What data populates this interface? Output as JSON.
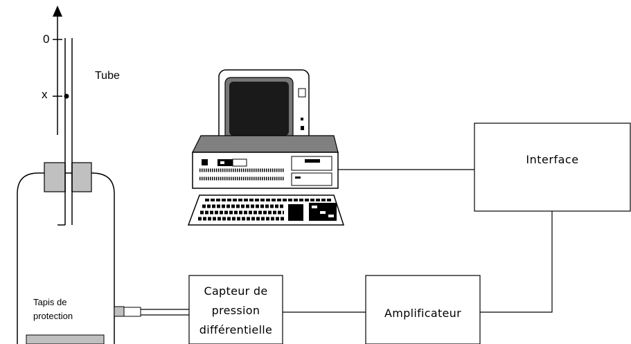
{
  "tube": {
    "label": "Tube",
    "mark_zero": "0",
    "mark_x": "x"
  },
  "mat": {
    "label_line1": "Tapis de",
    "label_line2": "protection"
  },
  "boxes": {
    "interface": "Interface",
    "sensor_line1": "Capteur de",
    "sensor_line2": "pression",
    "sensor_line3": "différentielle",
    "amplifier": "Amplificateur"
  },
  "icons": {
    "computer": "desktop-computer-icon",
    "arrow": "arrow-up-icon"
  }
}
